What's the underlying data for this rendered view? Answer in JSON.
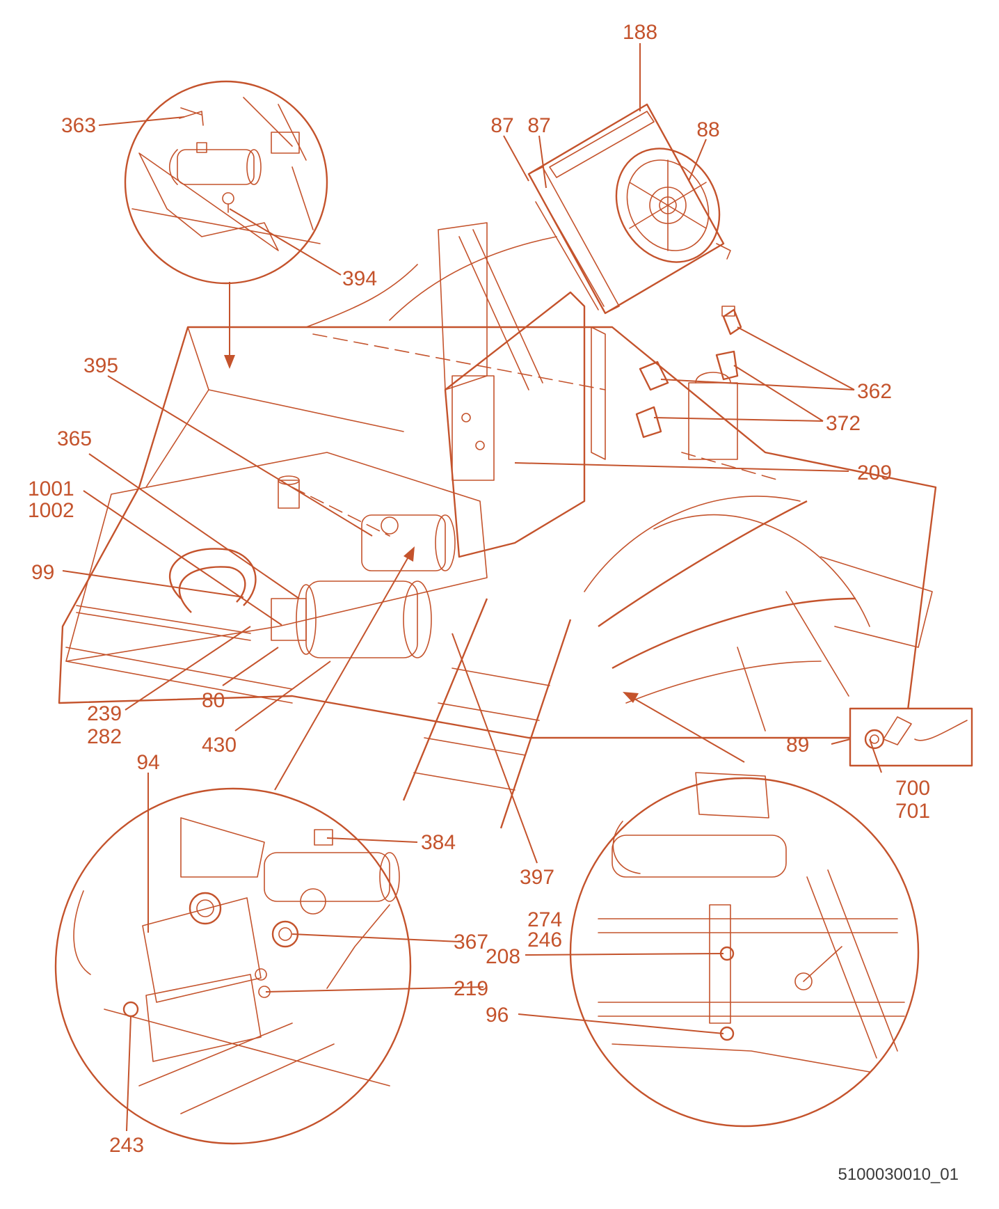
{
  "colors": {
    "line": "#c4532c",
    "background": "#ffffff",
    "reference_text": "#3a3a3a"
  },
  "labels": {
    "l188": "188",
    "l87a": "87",
    "l87b": "87",
    "l88": "88",
    "l363": "363",
    "l394": "394",
    "l395": "395",
    "l362": "362",
    "l372": "372",
    "l209": "209",
    "l365": "365",
    "l1001": "1001",
    "l1002": "1002",
    "l99": "99",
    "l239": "239",
    "l282": "282",
    "l80": "80",
    "l430": "430",
    "l89": "89",
    "l700": "700",
    "l701": "701",
    "l94": "94",
    "l384": "384",
    "l397": "397",
    "l274": "274",
    "l246": "246",
    "l367": "367",
    "l208": "208",
    "l219": "219",
    "l96": "96",
    "l243": "243"
  },
  "drawing_number": "5100030010_01"
}
